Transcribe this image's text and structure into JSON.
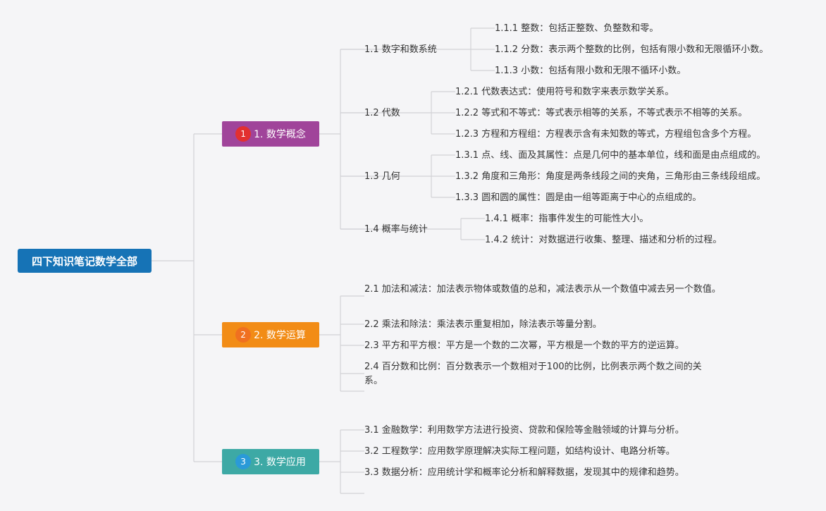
{
  "root": "四下知识笔记数学全部",
  "colors": {
    "root": "#1673b6",
    "b1": "#a0449a",
    "b2": "#f28c16",
    "b3": "#3da9a5",
    "badge1": "#e23030",
    "badge2": "#f07020",
    "badge3": "#2a9ad8",
    "line": "#d2d2d6"
  },
  "branches": [
    {
      "badge": "1",
      "label": "1. 数学概念",
      "children": [
        {
          "label": "1.1 数字和数系统",
          "children": [
            "1.1.1 整数：包括正整数、负整数和零。",
            "1.1.2 分数：表示两个整数的比例，包括有限小数和无限循环小数。",
            "1.1.3 小数：包括有限小数和无限不循环小数。"
          ]
        },
        {
          "label": "1.2 代数",
          "children": [
            "1.2.1 代数表达式：使用符号和数字来表示数学关系。",
            "1.2.2 等式和不等式：等式表示相等的关系，不等式表示不相等的关系。",
            "1.2.3 方程和方程组：方程表示含有未知数的等式，方程组包含多个方程。"
          ]
        },
        {
          "label": "1.3 几何",
          "children": [
            "1.3.1 点、线、面及其属性：点是几何中的基本单位，线和面是由点组成的。",
            "1.3.2 角度和三角形：角度是两条线段之间的夹角，三角形由三条线段组成。",
            "1.3.3 圆和圆的属性：圆是由一组等距离于中心的点组成的。"
          ]
        },
        {
          "label": "1.4 概率与统计",
          "children": [
            "1.4.1 概率：指事件发生的可能性大小。",
            "1.4.2 统计：对数据进行收集、整理、描述和分析的过程。"
          ]
        }
      ]
    },
    {
      "badge": "2",
      "label": "2. 数学运算",
      "children": [
        "2.1 加法和减法：加法表示物体或数值的总和，减法表示从一个数值中减去另一个数值。",
        "2.2 乘法和除法：乘法表示重复相加，除法表示等量分割。",
        "2.3 平方和平方根：平方是一个数的二次幂，平方根是一个数的平方的逆运算。",
        "2.4 百分数和比例：百分数表示一个数相对于100的比例，比例表示两个数之间的关系。"
      ]
    },
    {
      "badge": "3",
      "label": "3. 数学应用",
      "children": [
        "3.1 金融数学：利用数学方法进行投资、贷款和保险等金融领域的计算与分析。",
        "3.2 工程数学：应用数学原理解决实际工程问题，如结构设计、电路分析等。",
        "3.3 数据分析：应用统计学和概率论分析和解释数据，发现其中的规律和趋势。"
      ]
    }
  ]
}
